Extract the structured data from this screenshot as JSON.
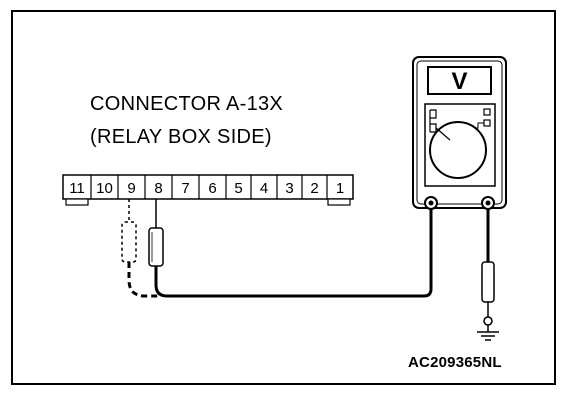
{
  "connector": {
    "title_line1": "CONNECTOR A-13X",
    "title_line2": "(RELAY BOX SIDE)",
    "pins": [
      "11",
      "10",
      "9",
      "8",
      "7",
      "6",
      "5",
      "4",
      "3",
      "2",
      "1"
    ]
  },
  "meter": {
    "display_symbol": "V",
    "icon": "voltmeter-icon"
  },
  "figure_code": "AC209365NL",
  "colors": {
    "line": "#000000",
    "background": "#ffffff"
  }
}
